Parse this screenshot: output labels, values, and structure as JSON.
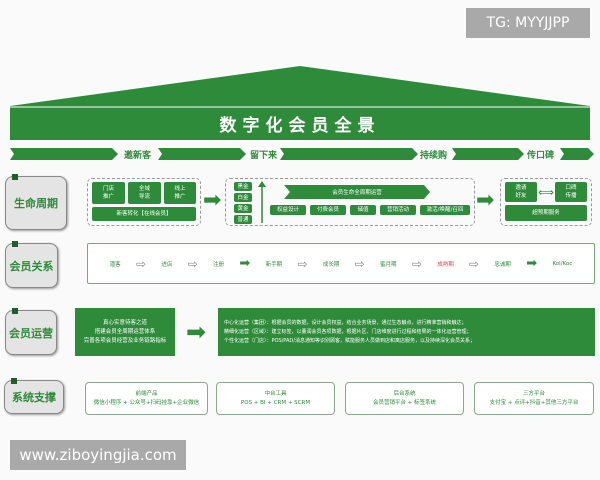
{
  "watermark_top": "TG: MYYJJPP",
  "watermark_bottom": "www.ziboyingjia.com",
  "title": "数字化会员全景",
  "phases": [
    "邀新客",
    "留下来",
    "持续购",
    "传口碑"
  ],
  "rows": {
    "lifecycle": {
      "label": "生命周期",
      "acquire": {
        "channels": [
          "门店\n推广",
          "全域\n导流",
          "线上\n推广"
        ],
        "convert": "新客转化【在线会员】"
      },
      "retain": {
        "levels": [
          "黑金",
          "白金",
          "黄金",
          "普通"
        ],
        "banner": "会员生命全周期运营",
        "items": [
          "权益设计",
          "付费会员",
          "储值",
          "营销活动",
          "激活/唤醒/召回"
        ]
      },
      "referral": {
        "invite": "邀请\n好友",
        "wom": "口碑\n传播",
        "service": "超预期服务"
      }
    },
    "relationship": {
      "label": "会员关系",
      "stages": [
        {
          "text": "潜客",
          "arrow": "hollow"
        },
        {
          "text": "进店",
          "arrow": "hollow"
        },
        {
          "text": "注册",
          "arrow": "solid"
        },
        {
          "text": "新手期",
          "arrow": "hollow"
        },
        {
          "text": "成长期",
          "arrow": "hollow"
        },
        {
          "text": "蜜月期",
          "arrow": "hollow"
        },
        {
          "text": "成熟期",
          "arrow": "hollow",
          "highlight": "#e04545"
        },
        {
          "text": "忠诚期",
          "arrow": "solid"
        },
        {
          "text": "Kol/Koc"
        }
      ]
    },
    "operation": {
      "label": "会员运营",
      "left": [
        "真心实意待客之道",
        "搭建会员全周期运营体系",
        "完善各项会员经营及业务链路指标"
      ],
      "right": [
        "中心化运营（集团）：根据会员的数据，设计会员权益，结合业务场景，通过生态触点，进行精准营销和触达；",
        "精细化运营（区域）：建立标签，以董润会员各项数据，根据片区、门店维度进行过程和结果的一体化运营管理；",
        "个性化运营（门店）：POS/PAD/消息通知等识别顾客，赋能服务人员做到店和离店服务，以及持续深化会员关系；"
      ]
    },
    "systems": {
      "label": "系统支撑",
      "boxes": [
        {
          "title": "前端产品",
          "desc": "微信小程序 + 公众号+扫码挂靠+企业微信"
        },
        {
          "title": "中台工具",
          "desc": "POS + BI + CRM + SCRM"
        },
        {
          "title": "后台系统",
          "desc": "会员营销平台 + 标签系统"
        },
        {
          "title": "三方平台",
          "desc": "支付宝 + 点评+抖音+其他三方平台"
        }
      ]
    }
  },
  "colors": {
    "brand_green": "#2e8b3a",
    "highlight_red": "#e04545"
  }
}
